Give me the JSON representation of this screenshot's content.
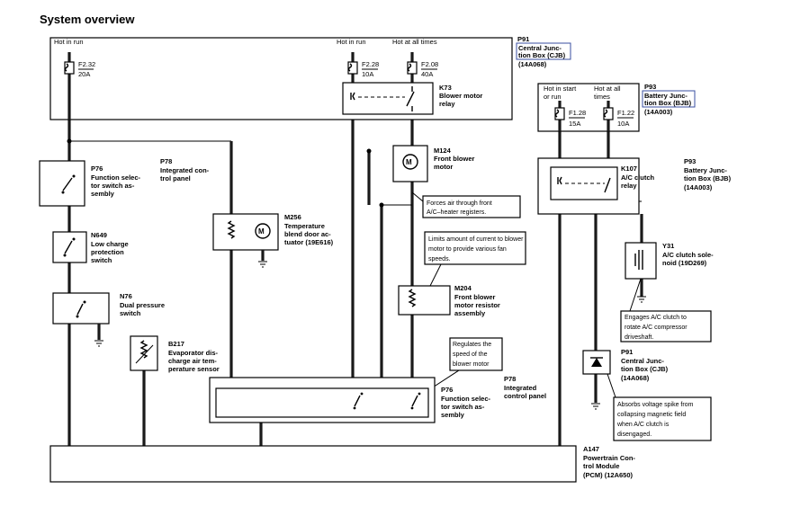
{
  "title": "System overview",
  "labels": {
    "cjb_hot_in_run_left": "Hot in run",
    "cjb_hot_in_run_mid": "Hot in run",
    "cjb_hot_at_all_times": "Hot at all times",
    "bjb_hot_in_start_l1": "Hot in start",
    "bjb_hot_in_start_l2": "or run",
    "bjb_hot_at_all_l1": "Hot at all",
    "bjb_hot_at_all_l2": "times"
  },
  "fuses": [
    {
      "id": "F2.32",
      "rating": "20A"
    },
    {
      "id": "F2.28",
      "rating": "10A"
    },
    {
      "id": "F2.08",
      "rating": "40A"
    },
    {
      "id": "F1.28",
      "rating": "15A"
    },
    {
      "id": "F1.22",
      "rating": "10A"
    }
  ],
  "components": {
    "p91_top": [
      "P91",
      "Central Junc-",
      "tion Box (CJB)",
      "(14A068)"
    ],
    "p93_top": [
      "P93",
      "Battery Junc-",
      "tion Box (BJB)",
      "(14A003)"
    ],
    "k73": [
      "K73",
      "Blower motor",
      "relay"
    ],
    "m124": [
      "M124",
      "Front blower",
      "motor"
    ],
    "p76_top": [
      "P76",
      "Function selec-",
      "tor switch as-",
      "sembly"
    ],
    "p78_top": [
      "P78",
      "Integrated con-",
      "trol panel"
    ],
    "n649": [
      "N649",
      "Low charge",
      "protection",
      "switch"
    ],
    "n76": [
      "N76",
      "Dual pressure",
      "switch"
    ],
    "m256": [
      "M256",
      "Temperature",
      "blend door ac-",
      "tuator (19E616)"
    ],
    "b217": [
      "B217",
      "Evaporator dis-",
      "charge air tem-",
      "perature sensor"
    ],
    "m204": [
      "M204",
      "Front blower",
      "motor resistor",
      "assembly"
    ],
    "p76_bottom": [
      "P76",
      "Function selec-",
      "tor switch as-",
      "sembly"
    ],
    "p78_bottom": [
      "P78",
      "Integrated",
      "control panel"
    ],
    "p93_mid": [
      "P93",
      "Battery Junc-",
      "tion Box (BJB)",
      "(14A003)"
    ],
    "k107": [
      "K107",
      "A/C clutch",
      "relay"
    ],
    "y31": [
      "Y31",
      "A/C clutch sole-",
      "noid (19D269)"
    ],
    "p91_mid": [
      "P91",
      "Central Junc-",
      "tion Box (CJB)",
      "(14A068)"
    ],
    "a147": [
      "A147",
      "Powertrain Con-",
      "trol Module",
      "(PCM) (12A650)"
    ]
  },
  "notes": {
    "blower_forces": [
      "Forces air through front",
      "A/C–heater registers."
    ],
    "resistor_limits": [
      "Limits amount of current to blower",
      "motor to provide various fan",
      "speeds."
    ],
    "switch_regulates": [
      "Regulates the",
      "speed of the",
      "blower motor"
    ],
    "clutch_engages": [
      "Engages A/C clutch to",
      "rotate A/C compressor",
      "driveshaft."
    ],
    "diode_absorbs": [
      "Absorbs voltage spike from",
      "collapsing magnetic field",
      "when A/C clutch is",
      "disengaged."
    ]
  },
  "colors": {
    "wire": "#1a1a1a",
    "highlight_border": "#3a4fa0",
    "background": "#ffffff"
  }
}
